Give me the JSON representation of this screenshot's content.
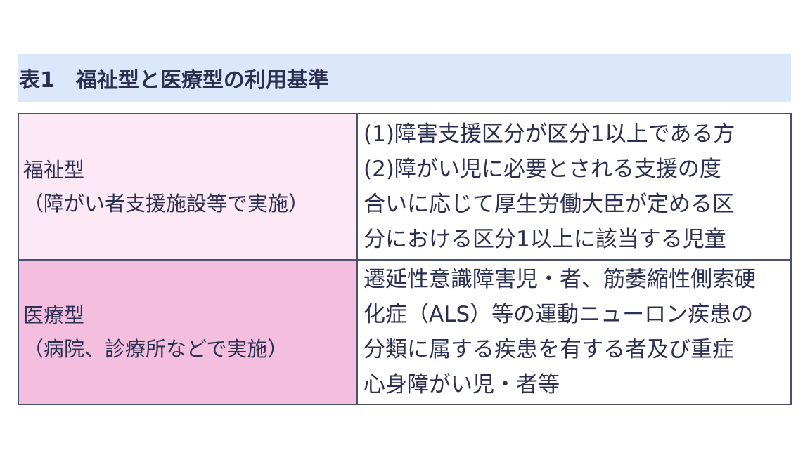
{
  "title": "表1　福祉型と医療型の利用基準",
  "rows": [
    {
      "type": "福祉型",
      "setting": "（障がい者支援施設等で実施）",
      "criteria_lines": [
        "(1)障害支援区分が区分1以上である方",
        "(2)障がい児に必要とされる支援の度",
        "合いに応じて厚生労働大臣が定める区",
        "分における区分1以上に該当する児童"
      ]
    },
    {
      "type": "医療型",
      "setting": "（病院、診療所などで実施）",
      "criteria_lines": [
        "遷延性意識障害児・者、筋萎縮性側索硬",
        "化症（ALS）等の運動ニューロン疾患の",
        "分類に属する疾患を有する者及び重症",
        "心身障がい児・者等"
      ]
    }
  ],
  "colors": {
    "title_bg": "#dbe8fb",
    "welfare_bg": "#fde8f5",
    "medical_bg": "#f4bfdf",
    "text": "#2b3052"
  }
}
